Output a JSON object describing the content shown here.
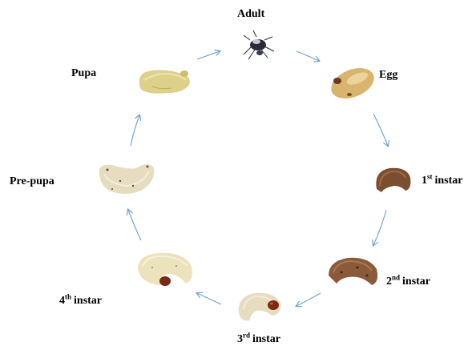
{
  "stages": [
    {
      "id": "adult",
      "name": "Adult"
    },
    {
      "id": "egg",
      "name": "Egg"
    },
    {
      "id": "instar-1",
      "num": "1",
      "sup": "st",
      "suffix": "instar"
    },
    {
      "id": "instar-2",
      "num": "2",
      "sup": "nd",
      "suffix": "instar"
    },
    {
      "id": "instar-3",
      "num": "3",
      "sup": "rd",
      "suffix": "instar"
    },
    {
      "id": "instar-4",
      "num": "4",
      "sup": "th",
      "suffix": "instar"
    },
    {
      "id": "prepupa",
      "name": "Pre-pupa"
    },
    {
      "id": "pupa",
      "name": "Pupa"
    }
  ],
  "colors": {
    "arrow": "#6f9fd2",
    "larva_body": "#e6dcc0",
    "larva_body_dark": "#8a5a3a",
    "larva_head": "#7a2a14",
    "egg_body": "#d8b46e",
    "pupa_body": "#ddd08a",
    "adult_body": "#2a2a3a"
  }
}
